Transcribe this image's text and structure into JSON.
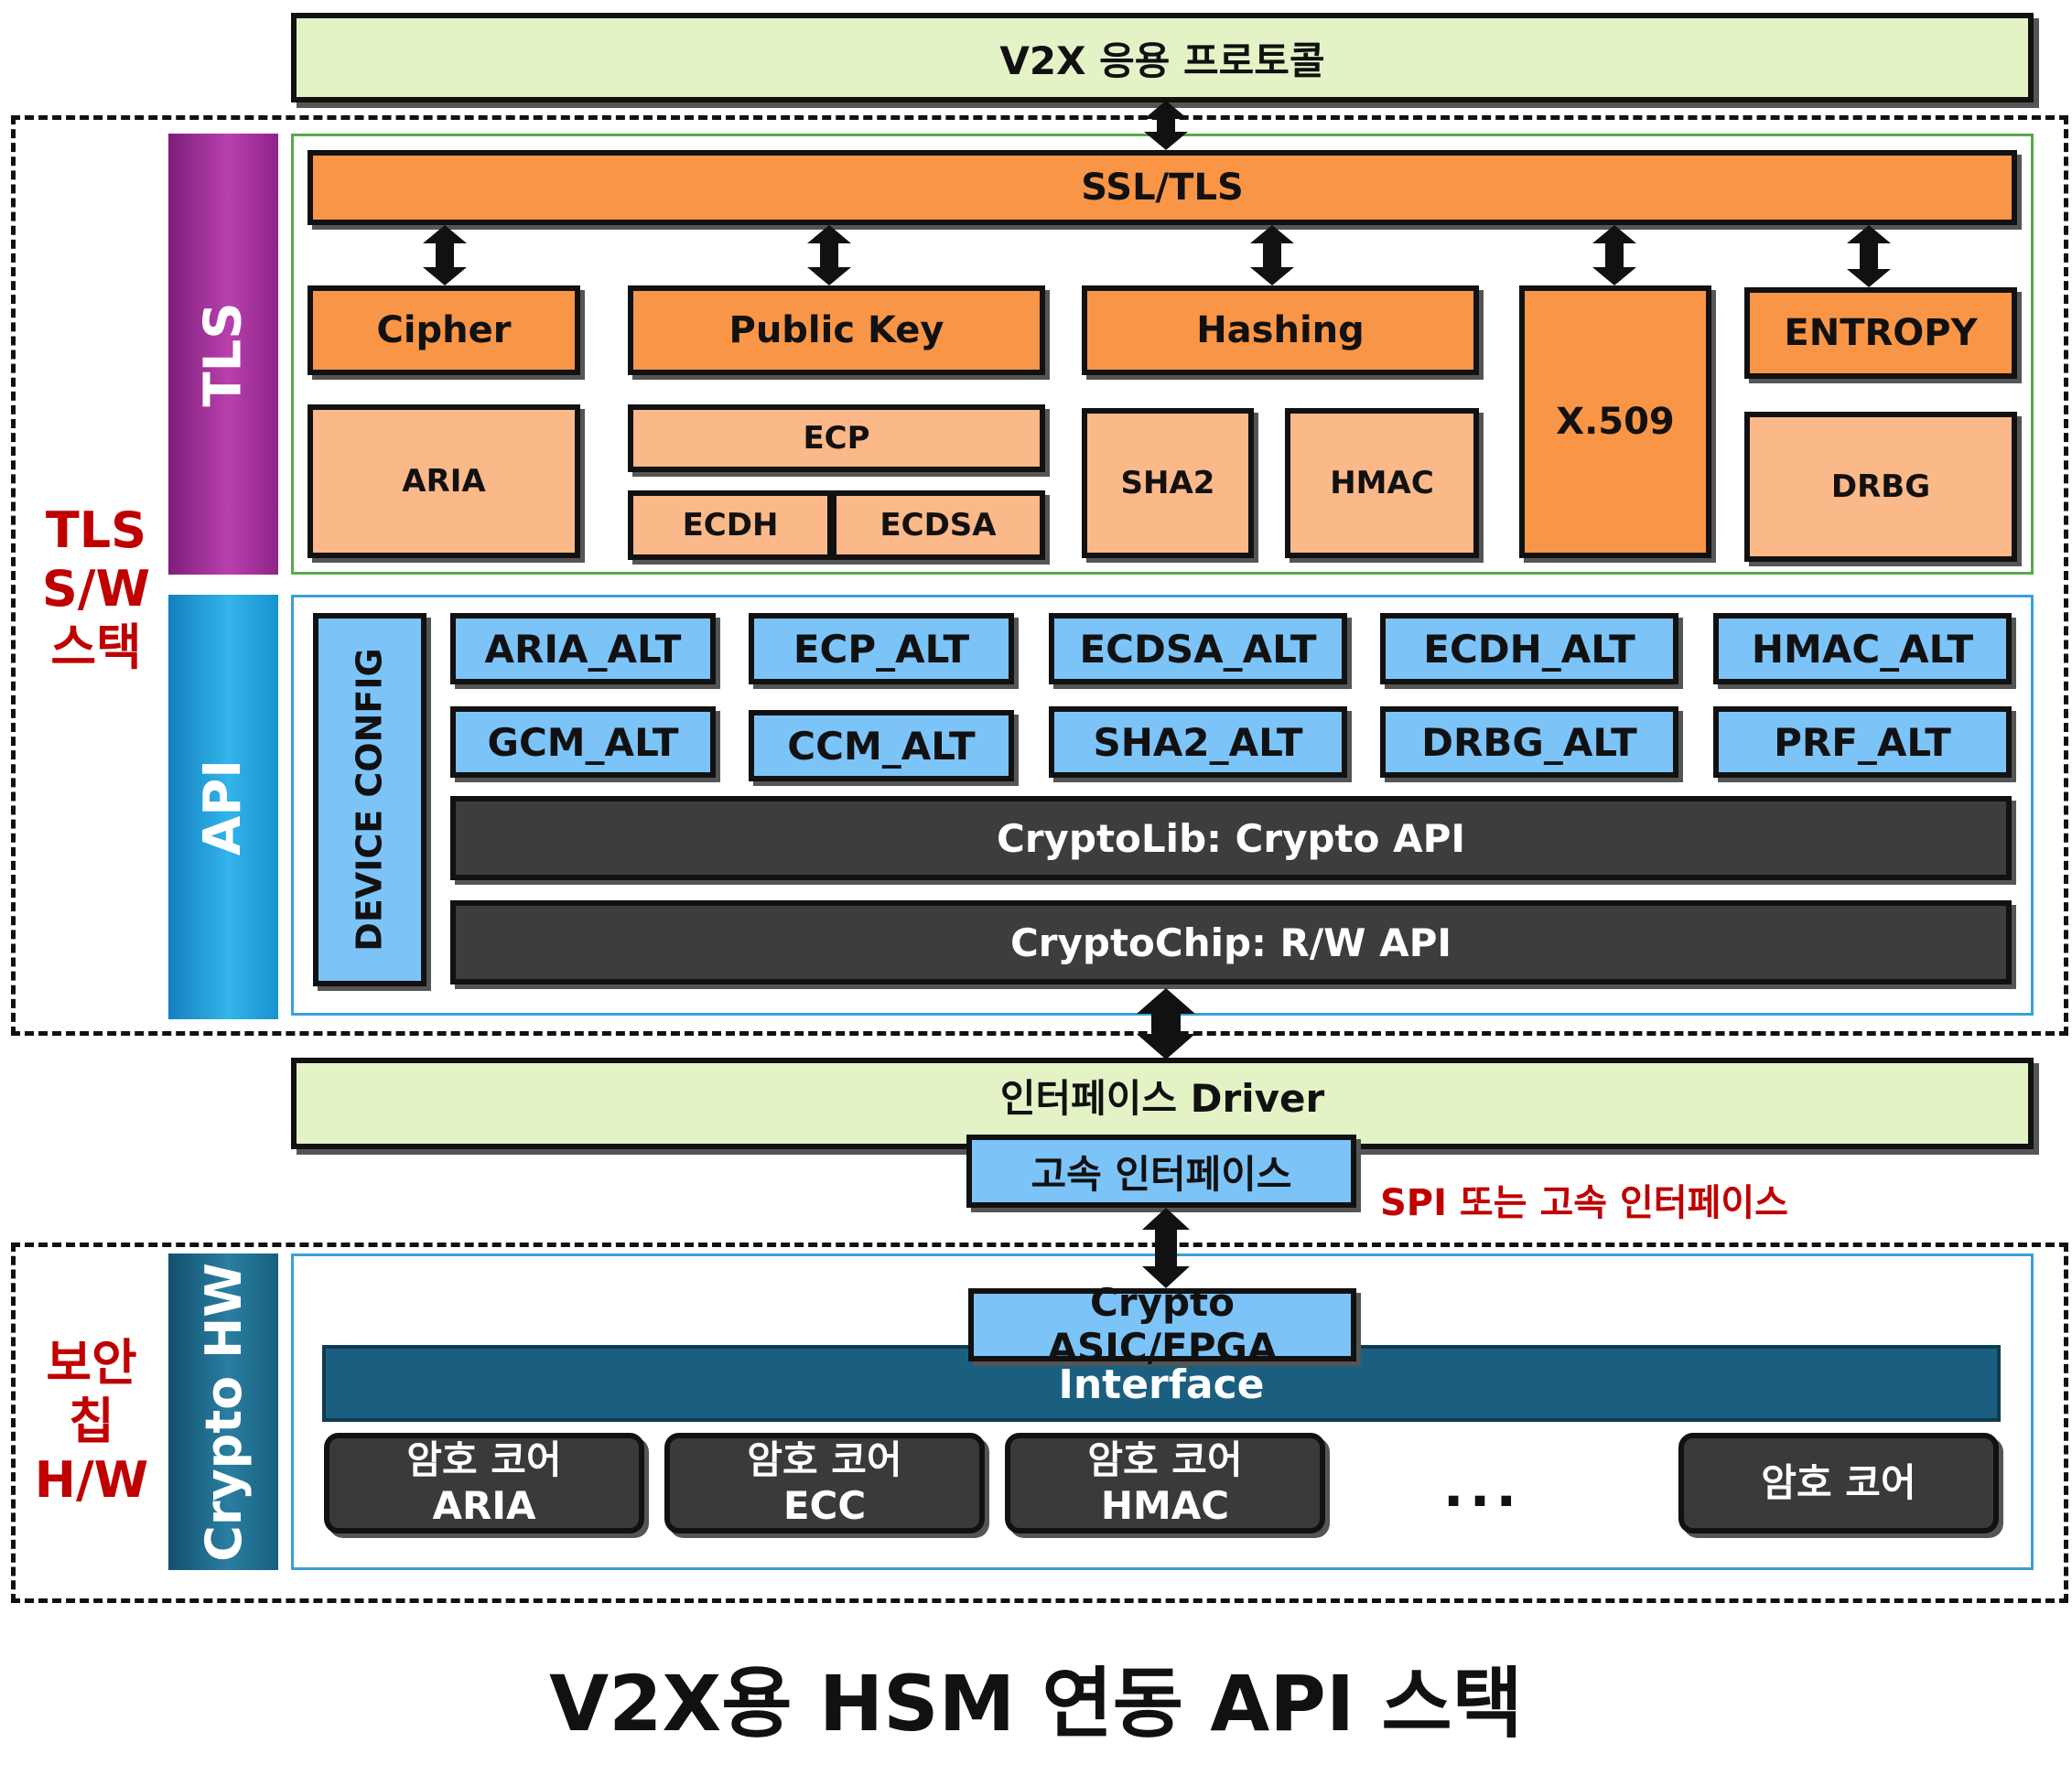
{
  "top_bar": "V2X 응용 프로토콜",
  "tls_section": {
    "side_label": "TLS",
    "ssl": "SSL/TLS",
    "cipher": "Cipher",
    "aria": "ARIA",
    "public_key": "Public Key",
    "ecp": "ECP",
    "ecdh": "ECDH",
    "ecdsa": "ECDSA",
    "hashing": "Hashing",
    "sha2": "SHA2",
    "hmac": "HMAC",
    "x509": "X.509",
    "entropy": "ENTROPY",
    "drbg": "DRBG"
  },
  "api_section": {
    "side_label": "API",
    "device_config": "DEVICE CONFIG",
    "row1": [
      "ARIA_ALT",
      "ECP_ALT",
      "ECDSA_ALT",
      "ECDH_ALT",
      "HMAC_ALT"
    ],
    "row2": [
      "GCM_ALT",
      "CCM_ALT",
      "SHA2_ALT",
      "DRBG_ALT",
      "PRF_ALT"
    ],
    "cryptolib": "CryptoLib: Crypto API",
    "cryptochip": "CryptoChip: R/W API"
  },
  "sw_stack_label": [
    "TLS",
    "S/W",
    "스택"
  ],
  "interface_driver": "인터페이스 Driver",
  "high_speed_interface": "고속 인터페이스",
  "spi_note": "SPI 또는 고속 인터페이스",
  "hw_section": {
    "side_label": "Crypto HW",
    "outer_label": [
      "보안",
      "칩",
      "H/W"
    ],
    "asic": "Crypto ASIC/FPGA",
    "interface": "Interface",
    "cores": [
      {
        "line1": "암호 코어",
        "line2": "ARIA"
      },
      {
        "line1": "암호 코어",
        "line2": "ECC"
      },
      {
        "line1": "암호 코어",
        "line2": "HMAC"
      }
    ],
    "ellipsis": "...",
    "last_core": "암호 코어"
  },
  "caption": "V2X용 HSM 연동 API 스택",
  "colors": {
    "green": "#e3f3c6",
    "orange": "#f99546",
    "peach": "#fbb888",
    "blue": "#7cc3f8",
    "dark": "#3d3d3d",
    "tls_purple": "#9b2c93",
    "api_blue": "#1aa0dc",
    "hw_teal": "#1e6585",
    "label_red": "#c00000"
  }
}
